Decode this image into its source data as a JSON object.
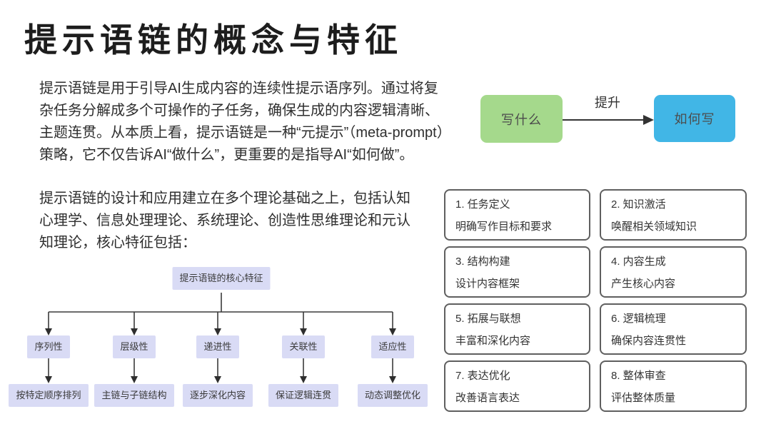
{
  "page": {
    "title": "提示语链的概念与特征"
  },
  "intro": {
    "lines": [
      "提示语链是用于引导AI生成内容的连续性提示语序列。通过将复",
      "杂任务分解成多个可操作的子任务，确保生成的内容逻辑清晰、",
      "主题连贯。从本质上看，提示语链是一种“元提示”（meta-prompt）",
      "策略，它不仅告诉AI“做什么”，更重要的是指导AI“如何做”。"
    ]
  },
  "theory": {
    "lines": [
      "提示语链的设计和应用建立在多个理论基础之上，包括认知",
      "心理学、信息处理理论、系统理论、创造性思维理论和元认",
      "知理论，核心特征包括："
    ]
  },
  "flow": {
    "from_label": "写什么",
    "arrow_label": "提升",
    "to_label": "如何写"
  },
  "tree": {
    "root": "提示语链的核心特征",
    "branches": [
      {
        "feature": "序列性",
        "desc": "按特定顺序排列"
      },
      {
        "feature": "层级性",
        "desc": "主链与子链结构"
      },
      {
        "feature": "递进性",
        "desc": "逐步深化内容"
      },
      {
        "feature": "关联性",
        "desc": "保证逻辑连贯"
      },
      {
        "feature": "适应性",
        "desc": "动态调整优化"
      }
    ]
  },
  "process_grid": {
    "boxes": [
      {
        "title": "1. 任务定义",
        "desc": "明确写作目标和要求"
      },
      {
        "title": "2. 知识激活",
        "desc": "唤醒相关领域知识"
      },
      {
        "title": "3. 结构构建",
        "desc": "设计内容框架"
      },
      {
        "title": "4. 内容生成",
        "desc": "产生核心内容"
      },
      {
        "title": "5. 拓展与联想",
        "desc": "丰富和深化内容"
      },
      {
        "title": "6. 逻辑梳理",
        "desc": "确保内容连贯性"
      },
      {
        "title": "7. 表达优化",
        "desc": "改善语言表达"
      },
      {
        "title": "8. 整体审查",
        "desc": "评估整体质量"
      }
    ]
  },
  "colors": {
    "flow_from": "#a5d98c",
    "flow_to": "#41b6e6",
    "tree_node": "#d9dbf5",
    "card_border": "#5f5f5f",
    "connector": "#3b3b3b"
  }
}
